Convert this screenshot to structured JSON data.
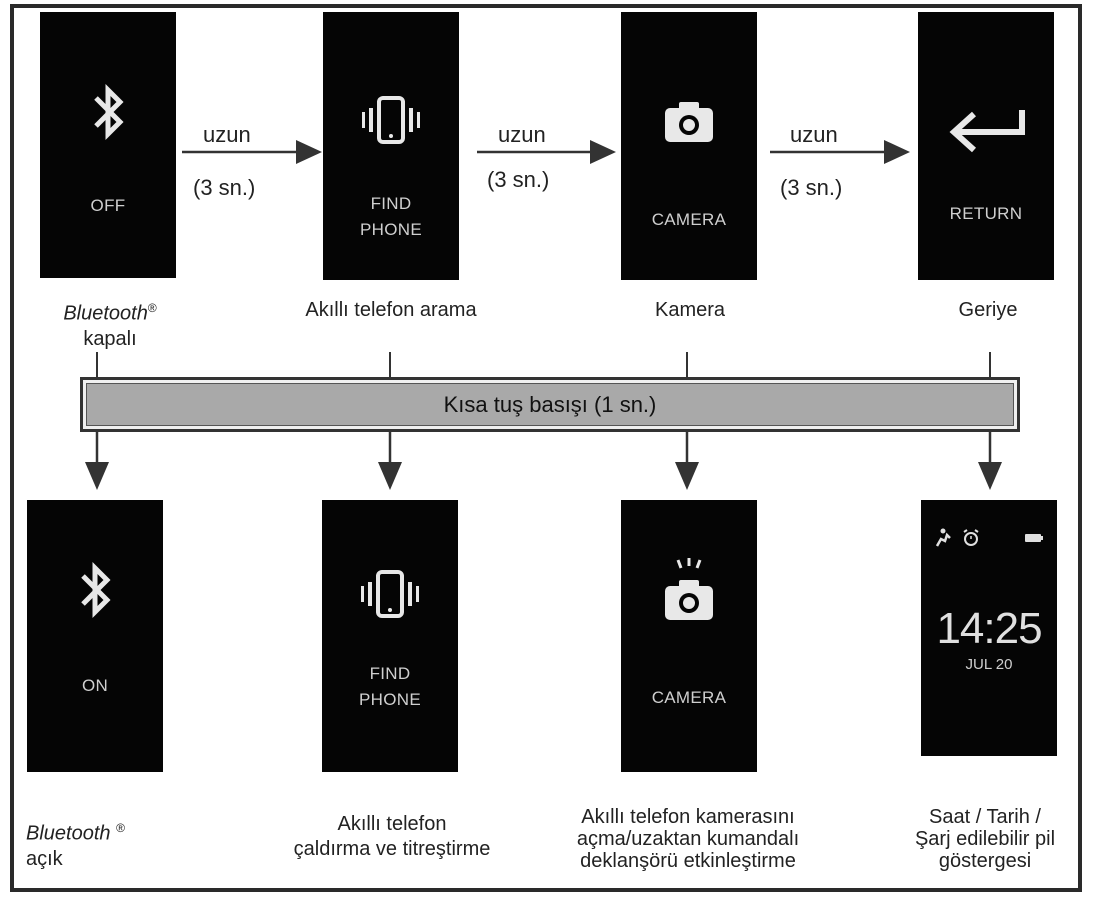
{
  "top_row": [
    {
      "id": "off",
      "screen_label": "OFF",
      "icon": "bluetooth-icon",
      "caption_italic": "Bluetooth",
      "caption_sup": "®",
      "caption_rest": "kapalı"
    },
    {
      "id": "find-phone",
      "screen_label_1": "FIND",
      "screen_label_2": "PHONE",
      "icon": "phone-vibrate-icon",
      "caption": "Akıllı telefon arama"
    },
    {
      "id": "camera",
      "screen_label": "CAMERA",
      "icon": "camera-icon",
      "caption": "Kamera"
    },
    {
      "id": "return",
      "screen_label": "RETURN",
      "icon": "return-arrow-icon",
      "caption": "Geriye"
    }
  ],
  "transitions": [
    {
      "line1": "uzun",
      "line2": "(3 sn.)"
    },
    {
      "line1": "uzun",
      "line2": "(3 sn.)"
    },
    {
      "line1": "uzun",
      "line2": "(3 sn.)"
    }
  ],
  "short_press_label": "Kısa tuş basışı (1 sn.)",
  "bottom_row": [
    {
      "id": "on",
      "screen_label": "ON",
      "icon": "bluetooth-icon",
      "caption_italic": "Bluetooth",
      "caption_sup": "®",
      "caption_rest": "açık"
    },
    {
      "id": "find-phone-active",
      "screen_label_1": "FIND",
      "screen_label_2": "PHONE",
      "icon": "phone-vibrate-icon",
      "caption_1": "Akıllı telefon",
      "caption_2": "çaldırma ve titreştirme"
    },
    {
      "id": "camera-active",
      "screen_label": "CAMERA",
      "icon": "camera-flash-icon",
      "caption_1": "Akıllı telefon kamerasını",
      "caption_2": "açma/uzaktan kumandalı",
      "caption_3": "deklanşörü etkinleştirme"
    },
    {
      "id": "clock",
      "time": "14:25",
      "date": "JUL 20",
      "icon": "status-icons",
      "caption_1": "Saat / Tarih /",
      "caption_2": "Şarj edilebilir pil",
      "caption_3": "göstergesi"
    }
  ],
  "colors": {
    "screen": "#050505",
    "bar": "#a9a9a9",
    "line": "#333333"
  }
}
